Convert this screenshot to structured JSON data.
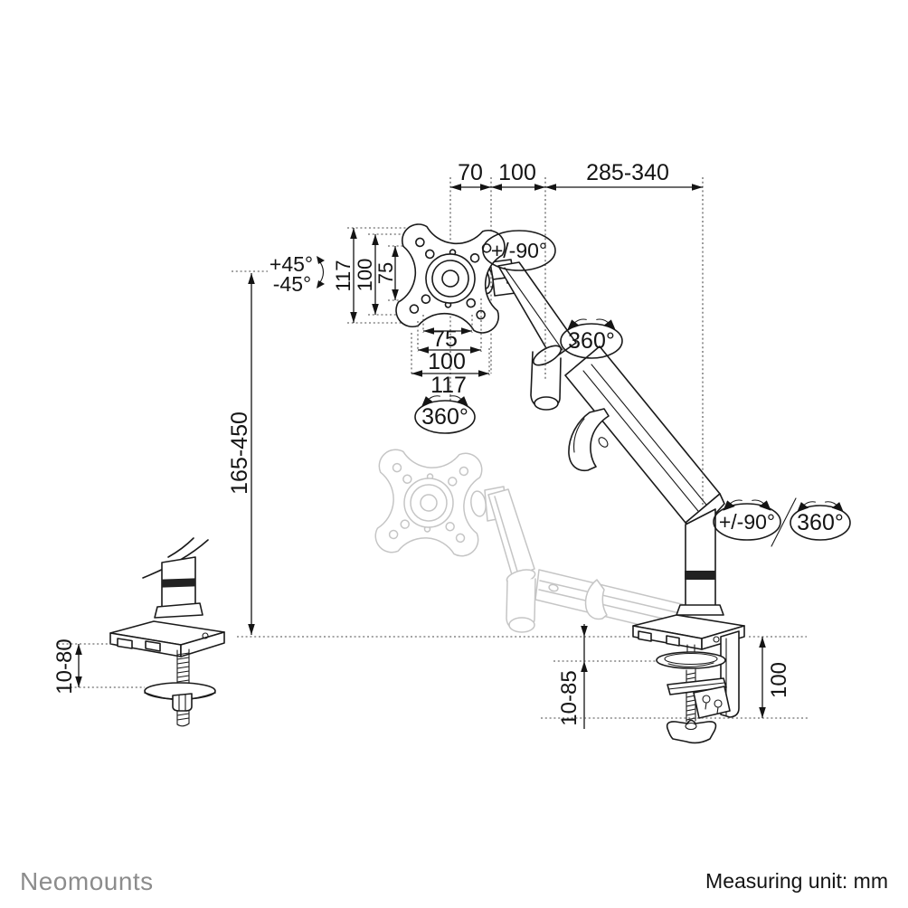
{
  "footer": {
    "brand": "Neomounts",
    "measuring_unit": "Measuring unit: mm"
  },
  "dimensions": {
    "pivot_offset": "70",
    "joint_spacing": "100",
    "arm_reach": "285-340",
    "plate_height": "117",
    "vesa_height_100": "100",
    "vesa_height_75": "75",
    "vesa_width_75": "75",
    "vesa_width_100": "100",
    "plate_width": "117",
    "height_adjustment": "165-450",
    "grommet_clamp_range": "10-80",
    "desk_clamp_range": "10-85",
    "clamp_body_height": "100"
  },
  "rotation_annotations": {
    "tilt_up": "+45°",
    "tilt_down": "-45°",
    "head_swivel": "+/-90°",
    "arm_rotation": "360°",
    "vesa_rotation": "360°",
    "base_swivel": "+/-90°",
    "base_rotation": "360°"
  }
}
